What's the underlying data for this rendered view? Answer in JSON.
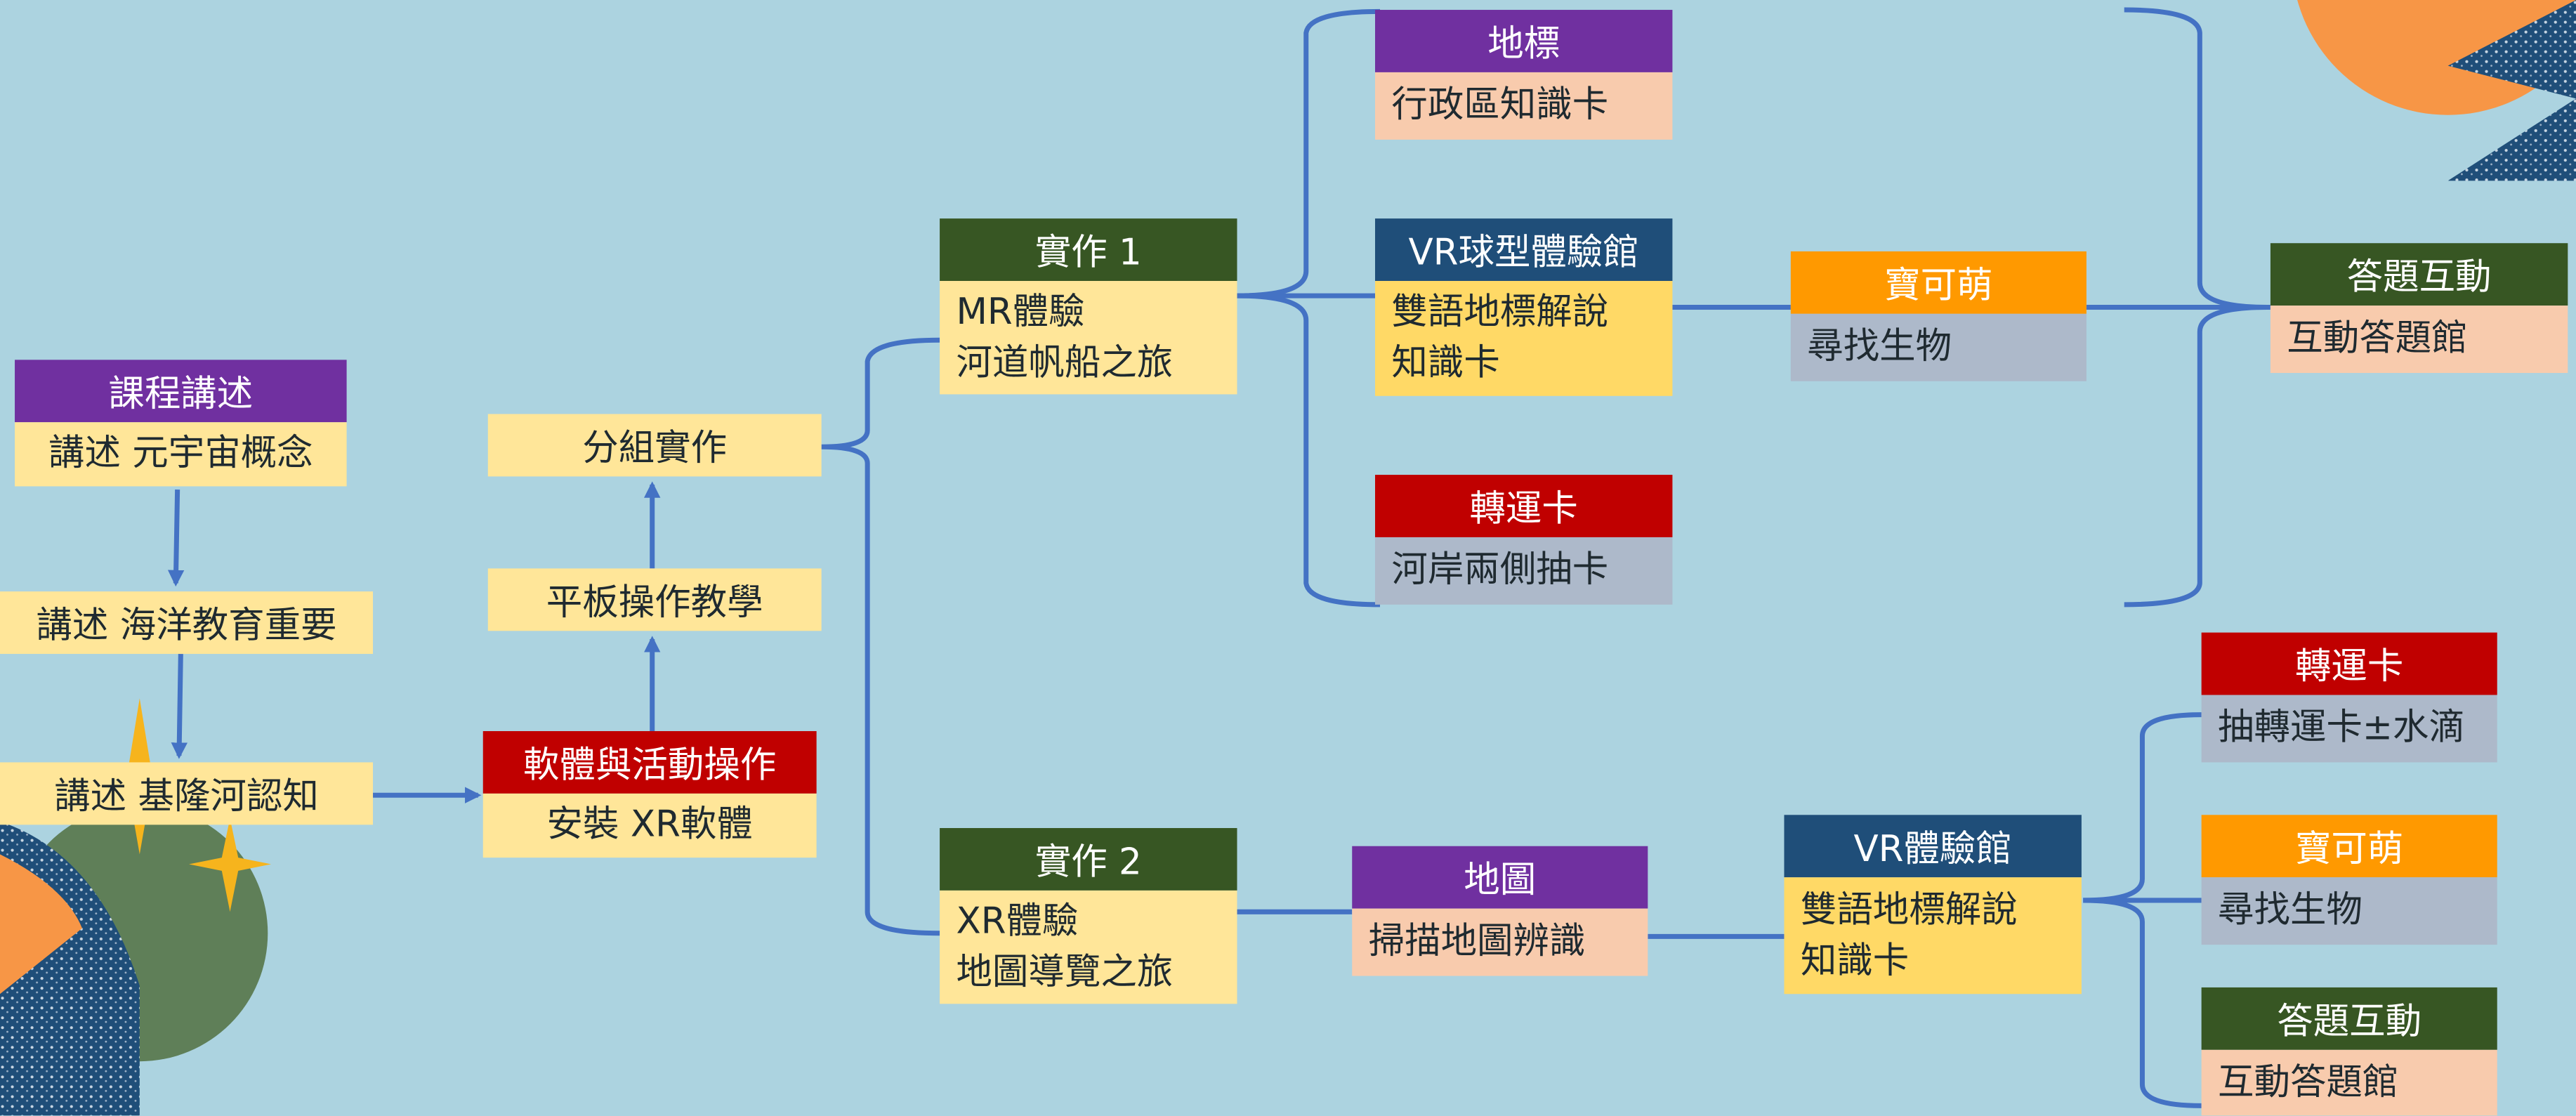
{
  "colors": {
    "background": "#acd3e0",
    "connector": "#4472c4",
    "purple": "#7030a0",
    "dark_green": "#375623",
    "navy": "#1f4e79",
    "red": "#c00000",
    "orange": "#ff9900",
    "pale_yellow": "#ffe699",
    "yellow": "#ffd966",
    "peach": "#f8cbad",
    "gray_blue": "#adb9ca"
  },
  "nodes": {
    "course_intro": {
      "title": "課程講述",
      "body": [
        "講述 元宇宙概念"
      ]
    },
    "ocean_edu": {
      "body": [
        "講述 海洋教育重要"
      ]
    },
    "keelung_river": {
      "body": [
        "講述 基隆河認知"
      ]
    },
    "software": {
      "title": "軟體與活動操作",
      "body": [
        "安裝 XR軟體"
      ]
    },
    "tablet": {
      "body": [
        "平板操作教學"
      ]
    },
    "group_practice": {
      "body": [
        "分組實作"
      ]
    },
    "practice_1": {
      "title": "實作 1",
      "body": [
        "MR體驗",
        "河道帆船之旅"
      ]
    },
    "practice_2": {
      "title": "實作 2",
      "body": [
        "XR體驗",
        "地圖導覽之旅"
      ]
    },
    "landmark": {
      "title": "地標",
      "body": [
        "行政區知識卡"
      ]
    },
    "vr_sphere": {
      "title": "VR球型體驗館",
      "body": [
        "雙語地標解說",
        "知識卡"
      ]
    },
    "transfer_card_1": {
      "title": "轉運卡",
      "body": [
        "河岸兩側抽卡"
      ]
    },
    "pokemon_1": {
      "title": "寶可萌",
      "body": [
        "尋找生物"
      ]
    },
    "quiz_1": {
      "title": "答題互動",
      "body": [
        "互動答題館"
      ]
    },
    "map": {
      "title": "地圖",
      "body": [
        "掃描地圖辨識"
      ]
    },
    "vr_hall": {
      "title": "VR體驗館",
      "body": [
        "雙語地標解說",
        "知識卡"
      ]
    },
    "transfer_card_2": {
      "title": "轉運卡",
      "body": [
        "抽轉運卡±水滴"
      ]
    },
    "pokemon_2": {
      "title": "寶可萌",
      "body": [
        "尋找生物"
      ]
    },
    "quiz_2": {
      "title": "答題互動",
      "body": [
        "互動答題館"
      ]
    }
  }
}
